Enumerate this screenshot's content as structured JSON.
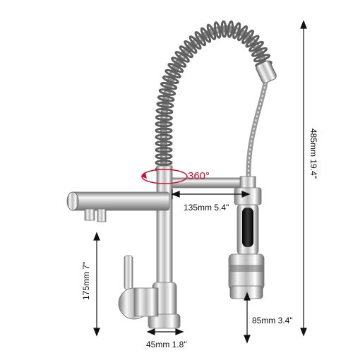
{
  "dimensions": {
    "total_height": "485mm 19.4\"",
    "spout_reach": "135mm 5.4\"",
    "base_diameter": "45mm 1.8\"",
    "faucet_height": "175mm 7\"",
    "sprayer_length": "85mm 3.4\""
  },
  "rotation": {
    "label": "360°"
  },
  "colors": {
    "chrome_light": "#f2f2f2",
    "chrome_mid": "#bdbdbd",
    "chrome_dark": "#6f6f6f",
    "rotation_red": "#c8102e",
    "sprayer_black": "#1a1a1a"
  }
}
